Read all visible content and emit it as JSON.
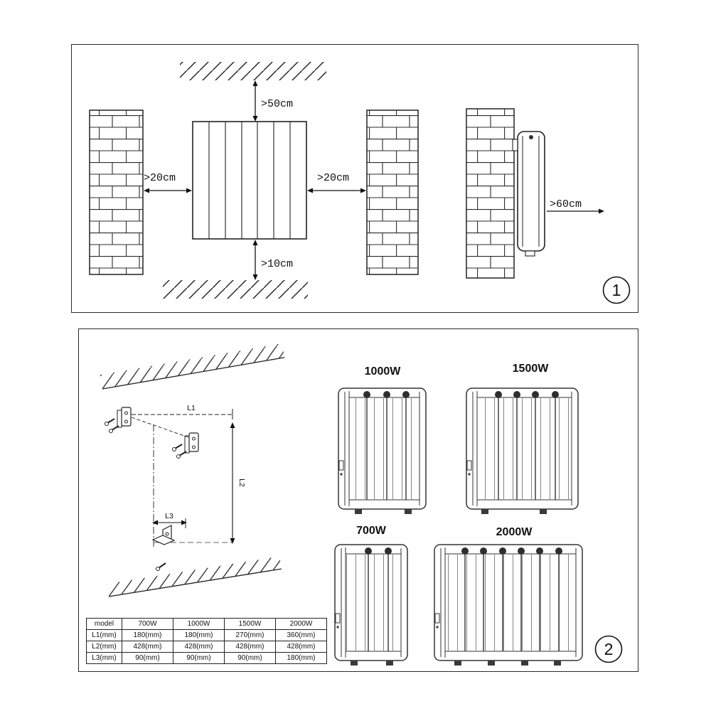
{
  "panel1": {
    "badge": "1",
    "clearances": {
      "top": ">50cm",
      "left": ">20cm",
      "right": ">20cm",
      "bottom": ">10cm",
      "front": ">60cm"
    }
  },
  "panel2": {
    "badge": "2",
    "dimensions": {
      "l1": "L1",
      "l2": "L2",
      "l3": "L3"
    },
    "models": {
      "w1000": "1000W",
      "w1500": "1500W",
      "w700": "700W",
      "w2000": "2000W"
    },
    "table": {
      "headers": [
        "model",
        "700W",
        "1000W",
        "1500W",
        "2000W"
      ],
      "rows": [
        {
          "label": "L1(mm)",
          "values": [
            "180(mm)",
            "180(mm)",
            "270(mm)",
            "360(mm)"
          ]
        },
        {
          "label": "L2(mm)",
          "values": [
            "428(mm)",
            "428(mm)",
            "428(mm)",
            "428(mm)"
          ]
        },
        {
          "label": "L3(mm)",
          "values": [
            "90(mm)",
            "90(mm)",
            "90(mm)",
            "180(mm)"
          ]
        }
      ]
    }
  }
}
